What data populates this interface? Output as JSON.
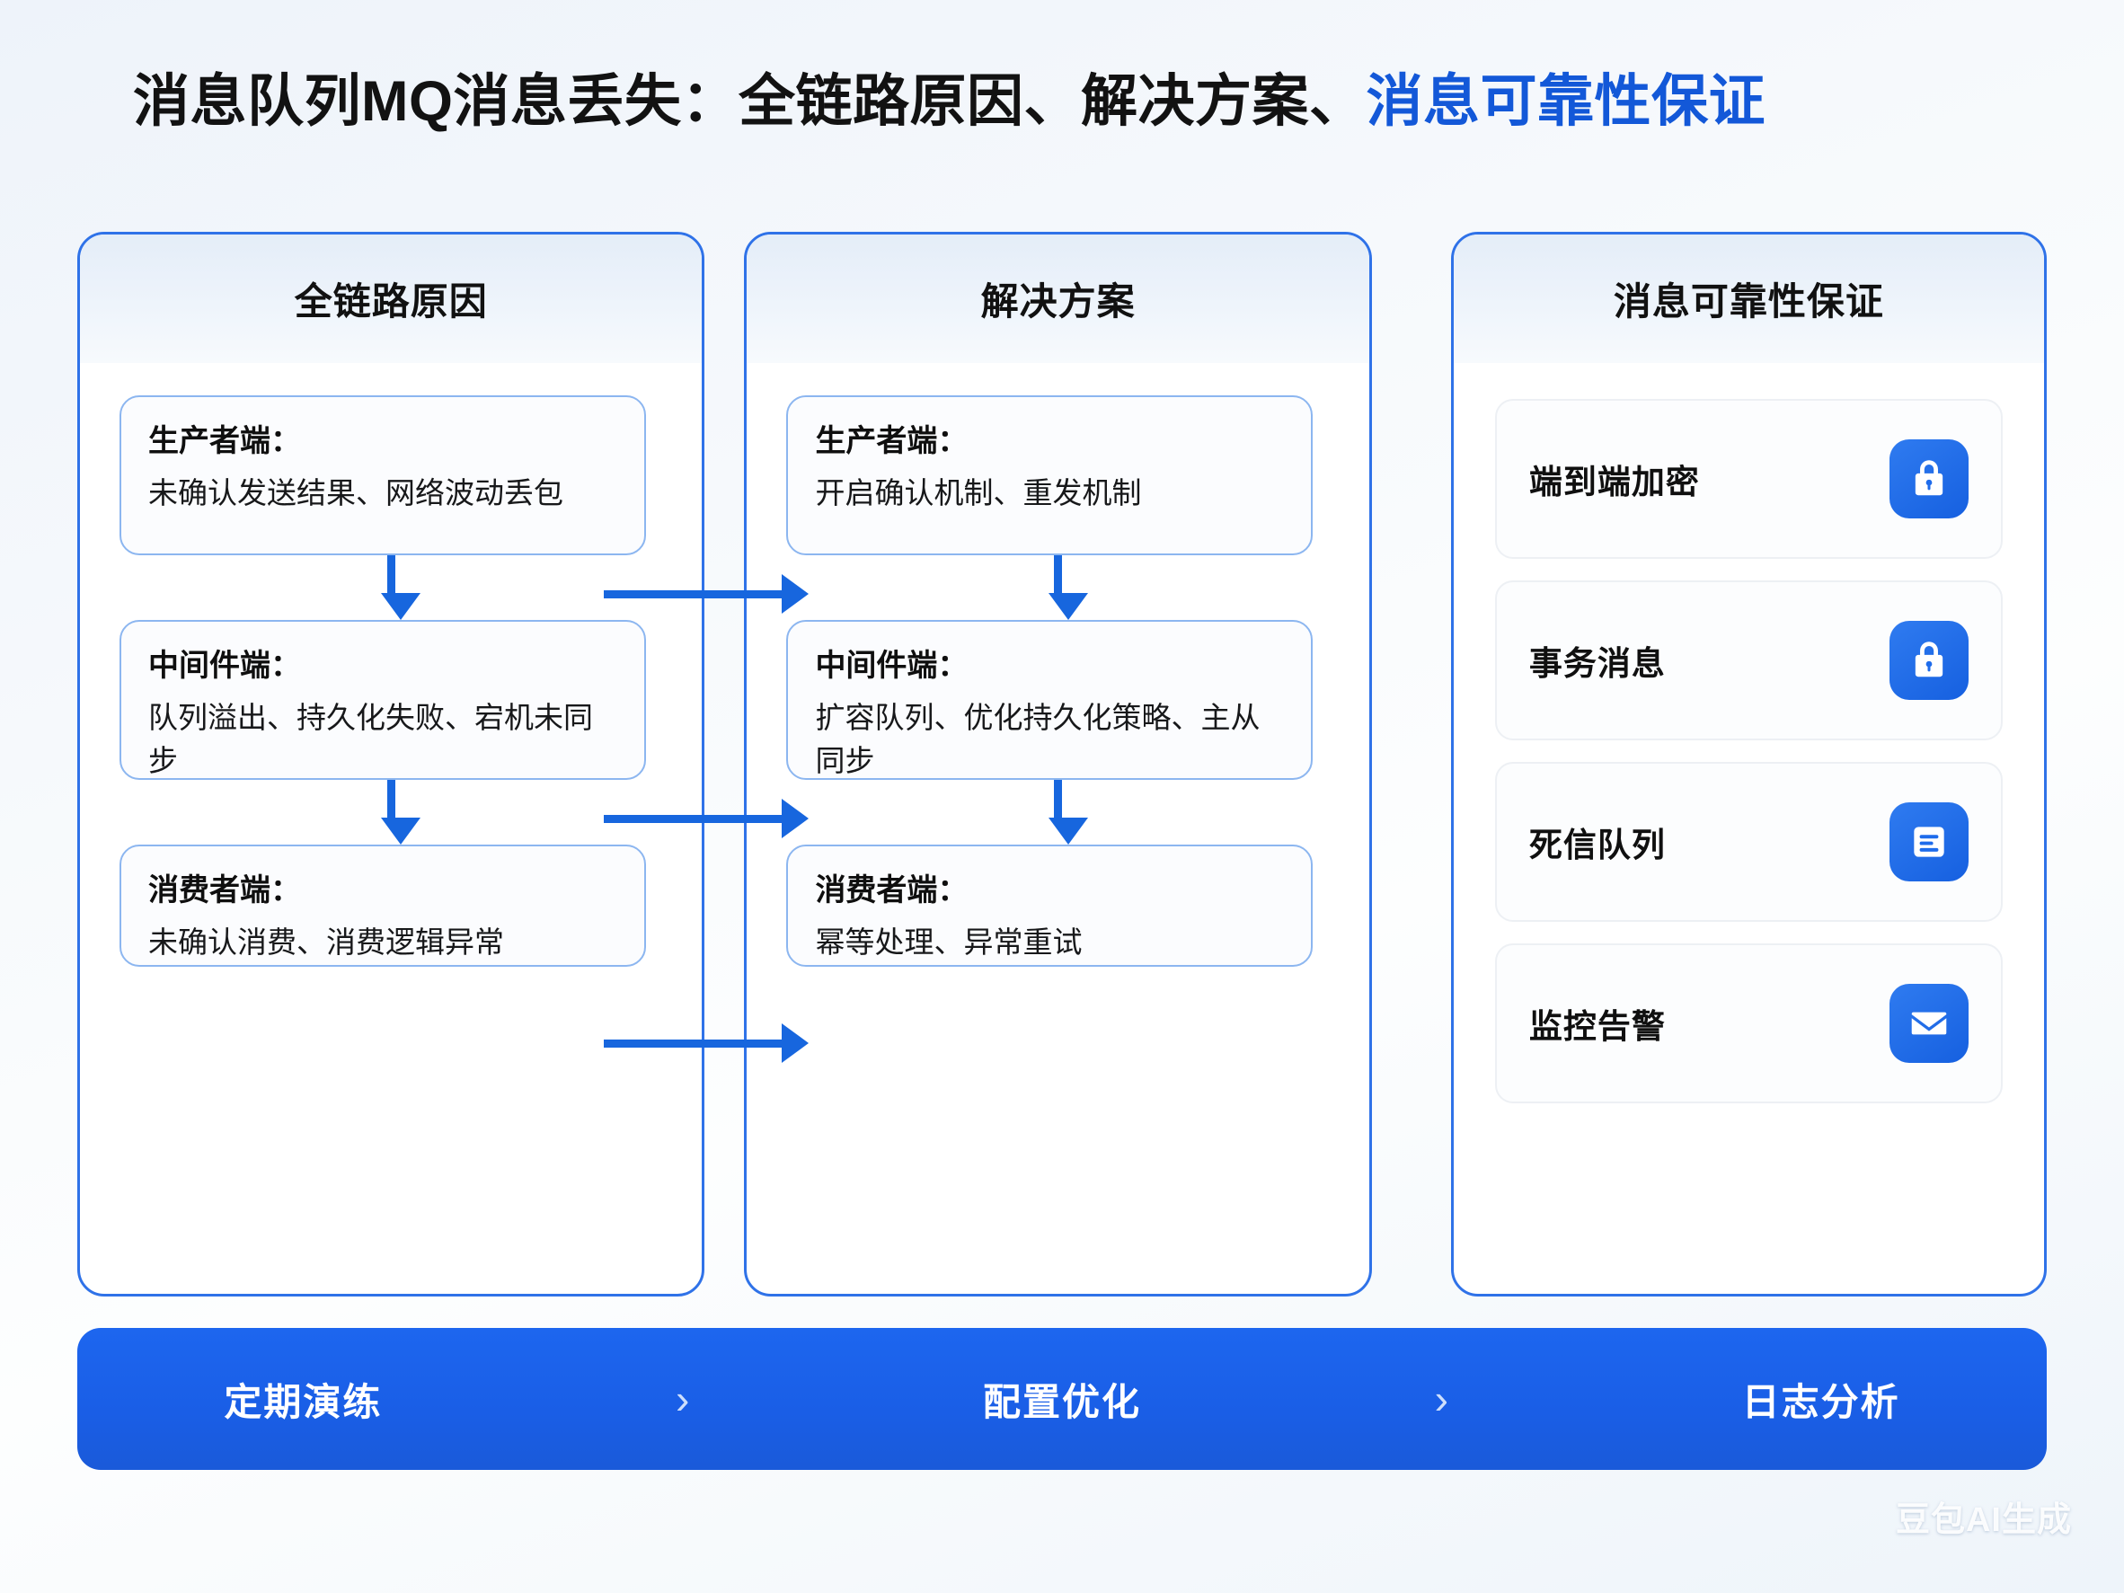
{
  "title": {
    "main": "消息队列MQ消息丢失：全链路原因、解决方案、",
    "accent": "消息可靠性保证"
  },
  "columns": [
    {
      "header": "全链路原因",
      "items": [
        {
          "title": "生产者端：",
          "desc": "未确认发送结果、网络波动丢包"
        },
        {
          "title": "中间件端：",
          "desc": "队列溢出、持久化失败、宕机未同步"
        },
        {
          "title": "消费者端：",
          "desc": "未确认消费、消费逻辑异常"
        }
      ]
    },
    {
      "header": "解决方案",
      "items": [
        {
          "title": "生产者端：",
          "desc": "开启确认机制、重发机制"
        },
        {
          "title": "中间件端：",
          "desc": "扩容队列、优化持久化策略、主从同步"
        },
        {
          "title": "消费者端：",
          "desc": "幂等处理、异常重试"
        }
      ]
    }
  ],
  "assurance": {
    "header": "消息可靠性保证",
    "items": [
      {
        "label": "端到端加密",
        "icon": "lock-icon"
      },
      {
        "label": "事务消息",
        "icon": "lock-icon"
      },
      {
        "label": "死信队列",
        "icon": "document-lines-icon"
      },
      {
        "label": "监控告警",
        "icon": "envelope-icon"
      }
    ]
  },
  "bottom_bar": {
    "steps": [
      "定期演练",
      "配置优化",
      "日志分析"
    ],
    "separator": "›"
  },
  "watermark": "豆包AI生成",
  "colors": {
    "accent_blue": "#1358d8",
    "panel_border": "#2f72e8",
    "card_border": "#8cb6f0",
    "arrow": "#1766de",
    "bar_blue": "#1a5ee6",
    "icon_blue": "#1f6ceb"
  }
}
